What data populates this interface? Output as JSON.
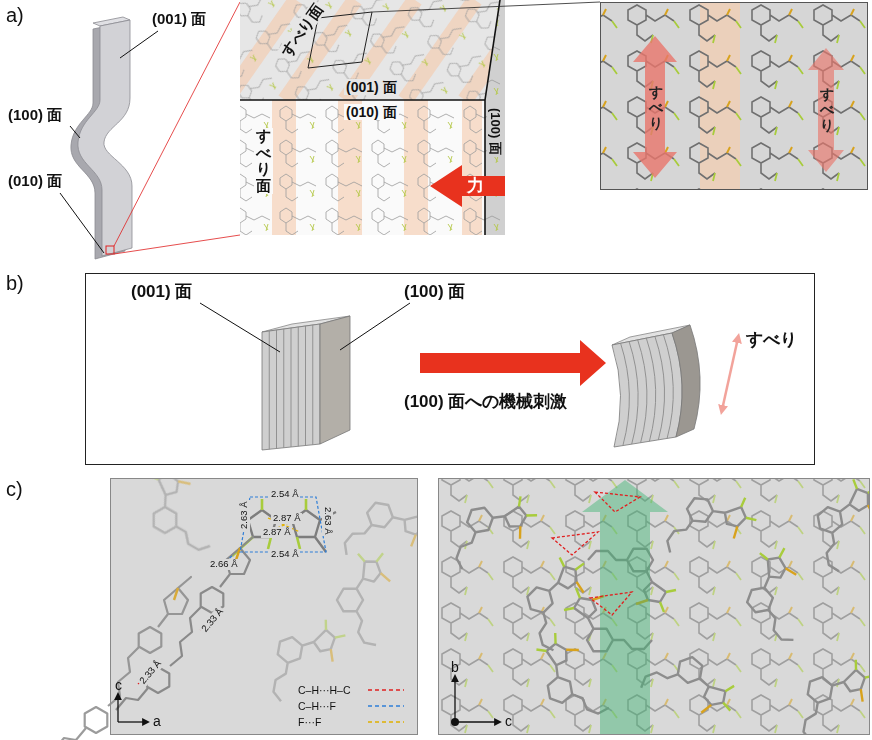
{
  "diagram": {
    "nodes": [
      {
        "text": [
          "すべり面",
          "(001) 面",
          "(010) 面",
          "(100) 面",
          "すべり面"
        ]
      },
      {
        "text": [
          "力"
        ],
        "in": 0
      },
      {
        "text": [
          "すべり",
          "すべり"
        ]
      },
      {
        "text": [
          "(001) 面",
          "(100) 面",
          "(100) 面への機械刺激",
          "すべり"
        ]
      },
      {
        "text": [
          "2.54 Å",
          "2.63 Å",
          "2.87 Å",
          "2.87 Å",
          "2.63 Å",
          "2.54 Å",
          "2.66 Å",
          "2.33 Å",
          "2.33 Å",
          "c",
          "a"
        ]
      },
      {
        "text": [
          "b",
          "c"
        ]
      }
    ],
    "labels": [
      "a)",
      "(001) 面",
      "(100) 面",
      "(010) 面",
      "b)",
      "c)"
    ],
    "legend": [
      {
        "text": "C–H···H–C"
      },
      {
        "text": "C–H···F"
      },
      {
        "text": "F···F"
      }
    ]
  }
}
